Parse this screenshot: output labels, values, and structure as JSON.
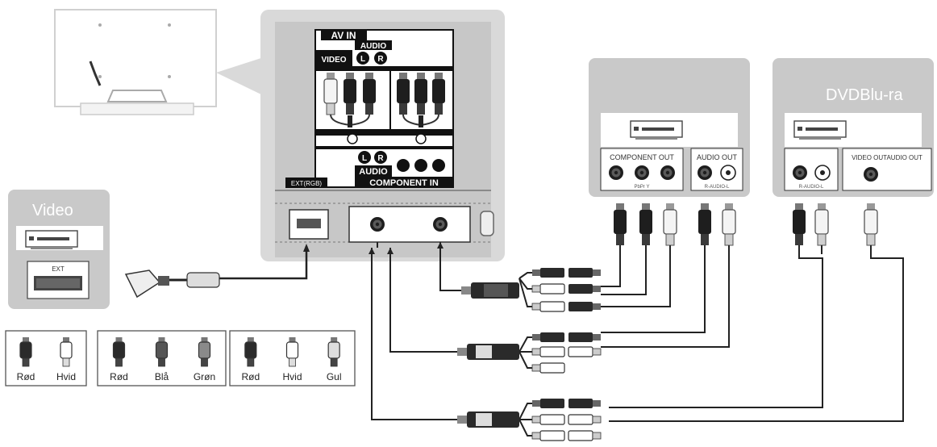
{
  "tv_panel": {
    "av_in_title": "AV IN",
    "video_label": "VIDEO",
    "audio_label_top": "AUDIO",
    "audio_l": "L",
    "audio_r": "R",
    "audio_label_bottom": "AUDIO",
    "component_in_title": "COMPONENT IN",
    "ext_rgb_label": "EXT(RGB)"
  },
  "video_device": {
    "title": "Video",
    "ext_port_label": "EXT"
  },
  "component_device": {
    "component_out_label": "COMPONENT OUT",
    "component_out_sub": "PbPr Y",
    "audio_out_label": "AUDIO OUT",
    "audio_out_sub": "R-AUDIO-L"
  },
  "dvd_device": {
    "title": "DVDBlu-ra",
    "audio_sub": "R-AUDIO-L",
    "video_audio_out_label": "VIDEO OUTAUDIO OUT"
  },
  "legend": [
    {
      "items": [
        {
          "label": "Rød",
          "color": "#2b2b2b"
        },
        {
          "label": "Hvid",
          "color": "#ffffff"
        }
      ]
    },
    {
      "items": [
        {
          "label": "Rød",
          "color": "#2b2b2b"
        },
        {
          "label": "Blå",
          "color": "#555555"
        },
        {
          "label": "Grøn",
          "color": "#8a8a8a"
        }
      ]
    },
    {
      "items": [
        {
          "label": "Rød",
          "color": "#2b2b2b"
        },
        {
          "label": "Hvid",
          "color": "#ffffff"
        },
        {
          "label": "Gul",
          "color": "#dddddd"
        }
      ]
    }
  ],
  "colors": {
    "panel_bg": "#c9c9c9",
    "panel_frame": "#d9d9d9",
    "dark": "#1e1e1e",
    "mid": "#6e6e6e",
    "light_border": "#bdbdbd"
  }
}
